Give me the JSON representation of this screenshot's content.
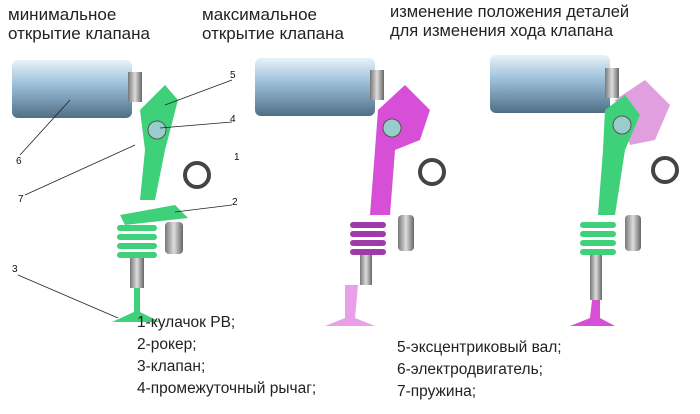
{
  "headers": {
    "min": [
      "минимальное",
      "открытие клапана"
    ],
    "max": [
      "максимальное",
      "открытие клапана"
    ],
    "change": [
      "изменение положения деталей",
      "для изменения хода клапана"
    ]
  },
  "legend_left": [
    "1-кулачок РВ;",
    "2-рокер;",
    "3-клапан;",
    "4-промежуточный рычаг;"
  ],
  "legend_right": [
    "5-эксцентриковый вал;",
    "6-электродвигатель;",
    "7-пружина;"
  ],
  "callouts": [
    "1",
    "2",
    "3",
    "4",
    "5",
    "6",
    "7"
  ],
  "colors": {
    "green": "#3fd07a",
    "magenta": "#d64fd6",
    "motor": "#a9c9e0",
    "spring_dark": "#555555"
  }
}
